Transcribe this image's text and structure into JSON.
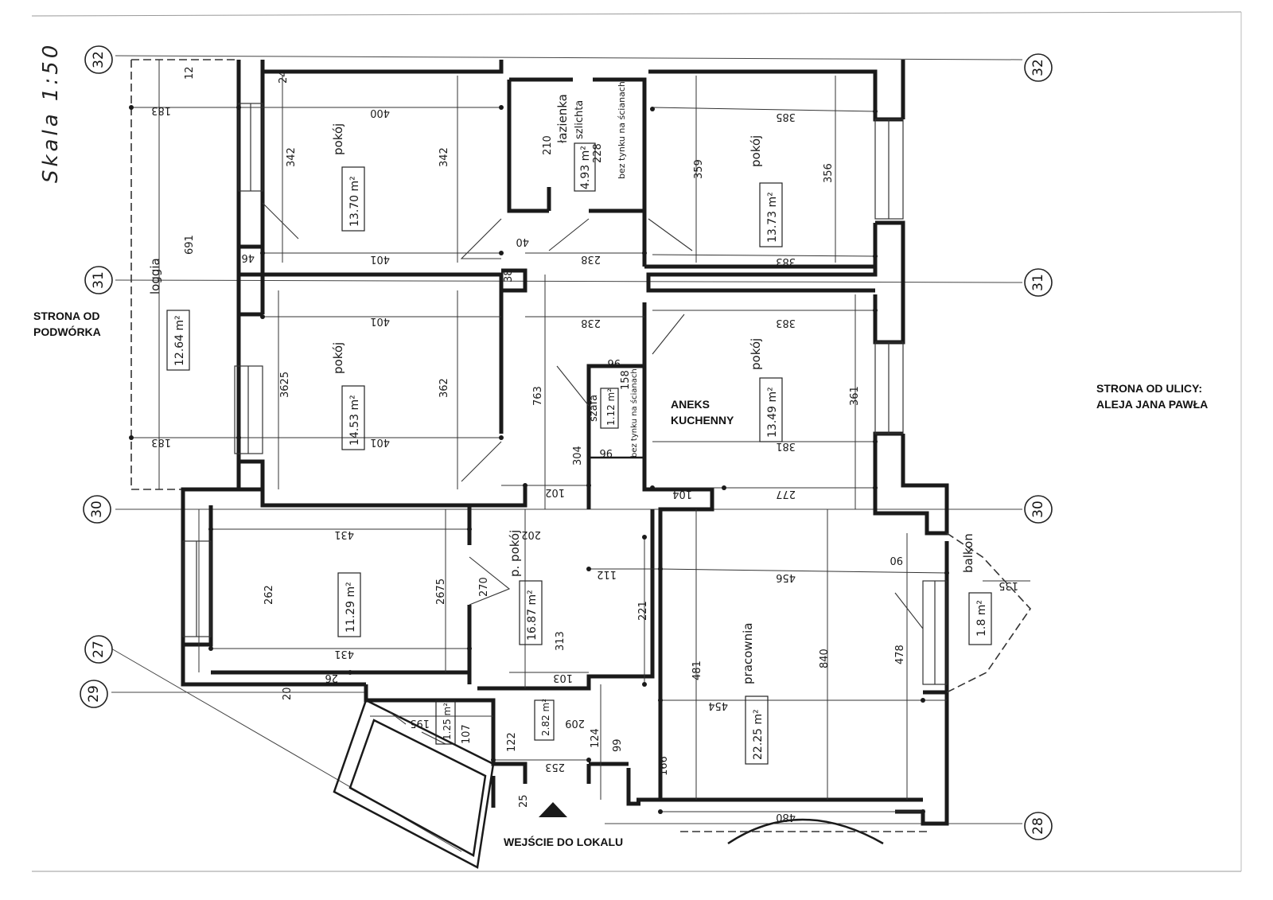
{
  "scale": "Skala 1:50",
  "axes": {
    "a32": "32",
    "a31": "31",
    "a30": "30",
    "a29": "29",
    "a27": "27",
    "a28": "28"
  },
  "side_labels": {
    "yard_line1": "STRONA OD",
    "yard_line2": "PODWÓRKA",
    "street_line1": "STRONA OD ULICY:",
    "street_line2": "ALEJA JANA PAWŁA",
    "kitchen_line1": "ANEKS",
    "kitchen_line2": "KUCHENNY",
    "entrance": "WEJŚCIE DO LOKALU"
  },
  "rooms": {
    "loggia": {
      "name": "loggia",
      "area": "12.64 m²"
    },
    "room_nw": {
      "name": "pokój",
      "area": "13.70 m²"
    },
    "room_w": {
      "name": "pokój",
      "area": "14.53 m²"
    },
    "room_sw": {
      "area": "11.29 m²"
    },
    "bathroom": {
      "name": "łazienka",
      "note": "szlichta",
      "area": "4.93 m²",
      "note2": "bez tynku na ścianach"
    },
    "closet": {
      "name": "szafa",
      "area": "1.12 m²",
      "note": "bez tynku na ścianach"
    },
    "room_ne": {
      "name": "pokój",
      "area": "13.73 m²"
    },
    "room_e": {
      "name": "pokój",
      "area": "13.49 m²"
    },
    "hall_room": {
      "name": "p. pokój",
      "area": "16.87 m²"
    },
    "office": {
      "name": "pracownia",
      "area": "22.25 m²"
    },
    "balcony": {
      "name": "balkon",
      "area": "1.8 m²"
    },
    "vestibule": {
      "area": "1.25 m²"
    },
    "corridor": {
      "area": "2.82 m²"
    }
  },
  "dimensions": {
    "d183a": "183",
    "d400": "400",
    "d385": "385",
    "d342a": "342",
    "d342b": "342",
    "d359": "359",
    "d356": "356",
    "d691": "691",
    "d401a": "401",
    "d238a": "238",
    "d383a": "383",
    "d401b": "401",
    "d238b": "238",
    "d383b": "383",
    "d3625": "3625",
    "d362": "362",
    "d763": "763",
    "d361": "361",
    "d183b": "183",
    "d401c": "401",
    "d381": "381",
    "d102": "102",
    "d104": "104",
    "d277": "277",
    "d431a": "431",
    "d202": "202",
    "d262": "262",
    "d2675": "2675",
    "d270": "270",
    "d112": "112",
    "d221": "221",
    "d456": "456",
    "d135": "135",
    "d840": "840",
    "d478": "478",
    "d481": "481",
    "d431b": "431",
    "d313": "313",
    "d103": "103",
    "d454": "454",
    "d480": "480",
    "d210": "210",
    "d228": "228",
    "d158": "158",
    "d304": "304",
    "d96a": "96",
    "d96b": "96",
    "d90": "90",
    "d195": "195",
    "d122": "122",
    "d209": "209",
    "d124": "124",
    "d99": "99",
    "d166": "166",
    "d253": "253",
    "d107": "107",
    "d12": "12",
    "d24": "24",
    "d20": "20",
    "d25": "25",
    "d46": "46",
    "d26": "26",
    "d40": "40",
    "d38": "38"
  }
}
